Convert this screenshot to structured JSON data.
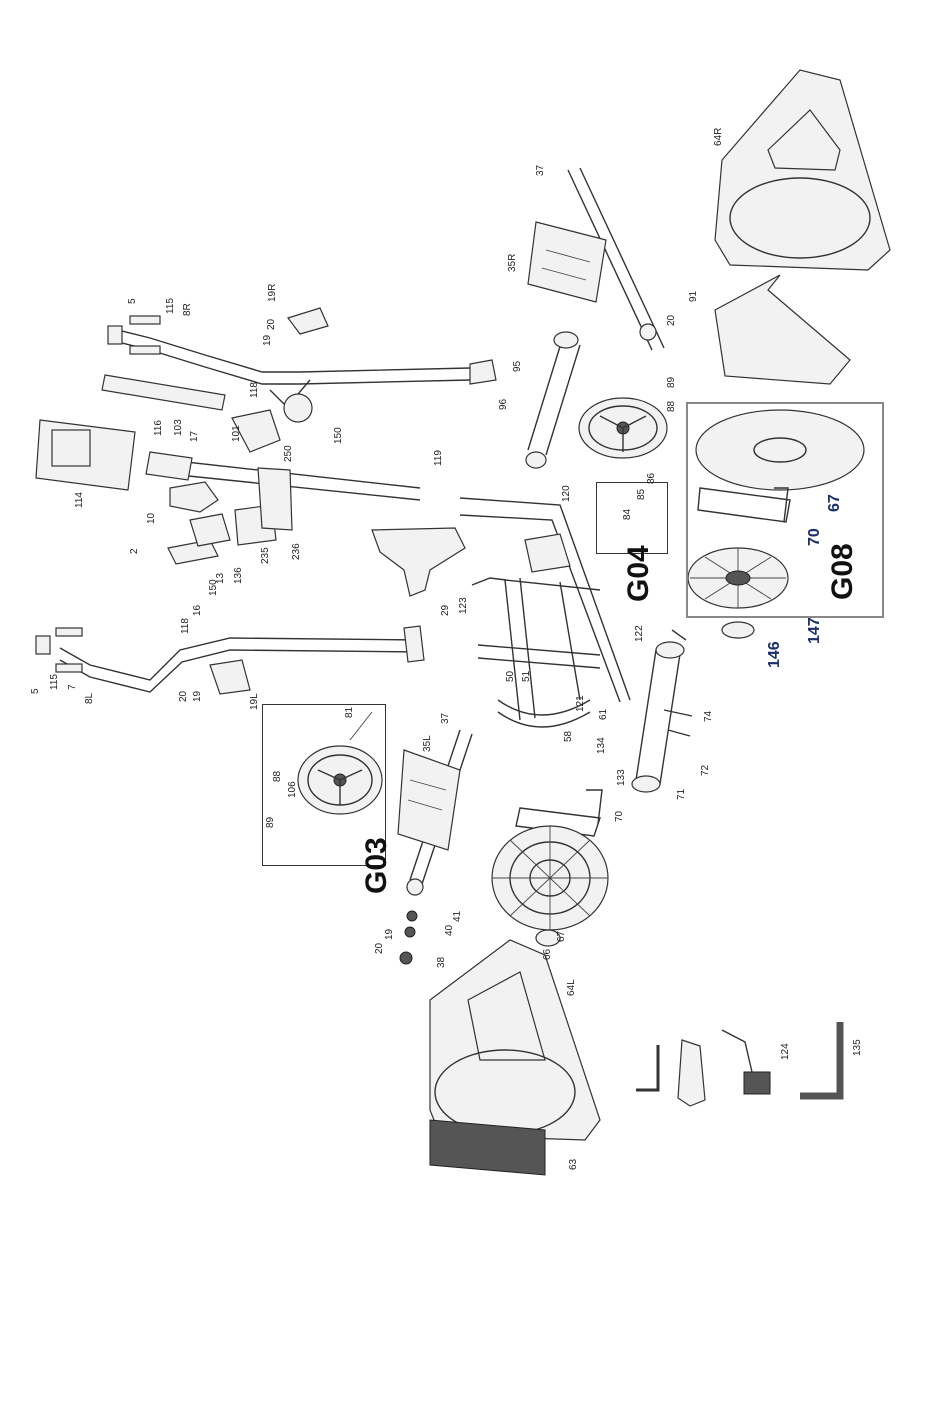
{
  "groups": {
    "g03": "G03",
    "g04": "G04",
    "g08": "G08"
  },
  "labels": {
    "p5a": "5",
    "p115a": "115",
    "p8r": "8R",
    "p19a": "19",
    "p20a": "20",
    "p19r": "19R",
    "p118a": "118",
    "p150a": "150",
    "p114": "114",
    "p116": "116",
    "p103": "103",
    "p17": "17",
    "p101": "101",
    "p250": "250",
    "p10": "10",
    "p2": "2",
    "p13": "13",
    "p136": "136",
    "p235": "235",
    "p236": "236",
    "p118b": "118",
    "p16": "16",
    "p150b": "150",
    "p5b": "5",
    "p115b": "115",
    "p7": "7",
    "p8l": "8L",
    "p20b": "20",
    "p19b": "19",
    "p19l": "19L",
    "p88a": "88",
    "p106": "106",
    "p89a": "89",
    "p81": "81",
    "p37a": "37",
    "p35r": "35R",
    "p20c": "20",
    "p95": "95",
    "p96": "96",
    "p89b": "89",
    "p88b": "88",
    "p86": "86",
    "p85": "85",
    "p84": "84",
    "p119": "119",
    "p120": "120",
    "p29": "29",
    "p123": "123",
    "p122": "122",
    "p64r": "64R",
    "p91": "91",
    "p67a": "67",
    "p70a": "70",
    "p146": "146",
    "p147": "147",
    "p50": "50",
    "p51": "51",
    "p121": "121",
    "p61": "61",
    "p74": "74",
    "p58": "58",
    "p134": "134",
    "p133": "133",
    "p72": "72",
    "p71": "71",
    "p35l": "35L",
    "p37b": "37",
    "p70b": "70",
    "p41": "41",
    "p40": "40",
    "p20d": "20",
    "p19c": "19",
    "p38": "38",
    "p66": "66",
    "p67b": "67",
    "p64l": "64L",
    "p63": "63",
    "p124": "124",
    "p135": "135"
  }
}
